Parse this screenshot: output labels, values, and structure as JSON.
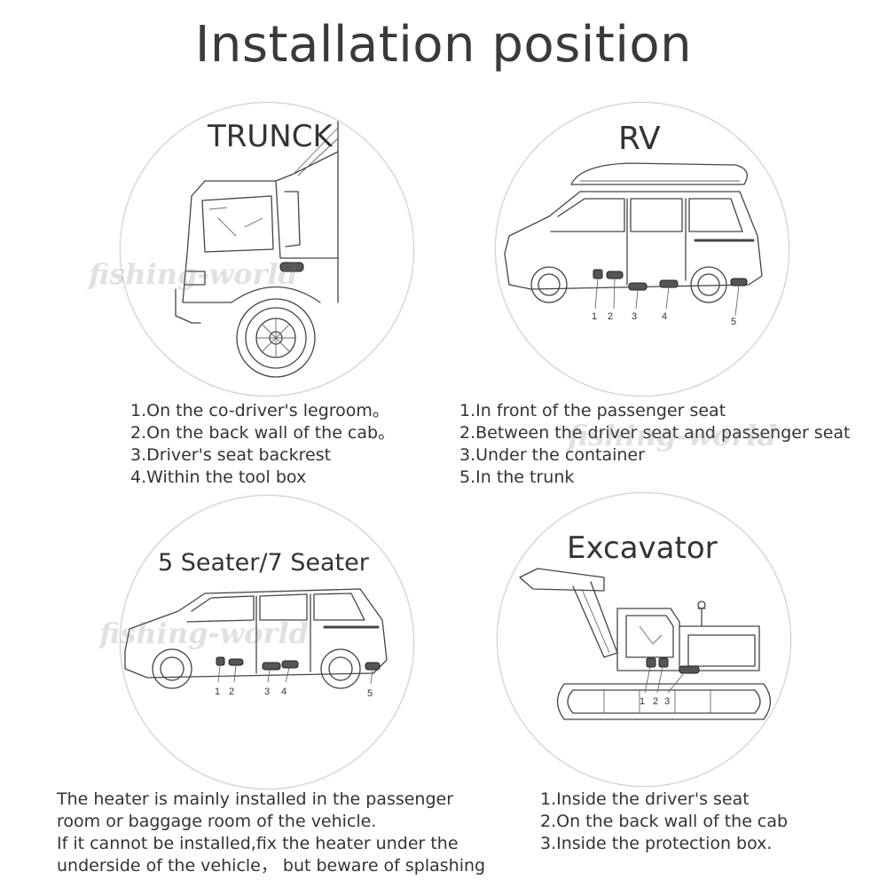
{
  "page": {
    "title": "Installation position",
    "watermark": "fishing-world"
  },
  "sections": {
    "truck": {
      "title": "TRUNCK",
      "items": [
        "1.On the co-driver's legroom。",
        "2.On the back wall of the cab。",
        "3.Driver's seat backrest",
        "4.Within the tool box"
      ]
    },
    "rv": {
      "title": "RV",
      "labels": [
        "1",
        "2",
        "3",
        "4",
        "5"
      ],
      "items": [
        "1.In front of the passenger seat",
        "2.Between the driver seat and passenger seat",
        "3.Under the container",
        "5.In the trunk"
      ]
    },
    "seater": {
      "title": "5 Seater/7 Seater",
      "labels": [
        "1",
        "2",
        "3",
        "4",
        "5"
      ],
      "paragraph": [
        "The heater is mainly installed in the passenger",
        "room or baggage room of the vehicle.",
        "If it cannot be installed,fix the heater under the",
        "underside of the vehicle， but beware of splashing"
      ]
    },
    "excavator": {
      "title": "Excavator",
      "labels": [
        "1",
        "2",
        "3"
      ],
      "items": [
        "1.Inside the driver's seat",
        "2.On the back wall of the cab",
        "3.Inside the protection box."
      ]
    }
  }
}
